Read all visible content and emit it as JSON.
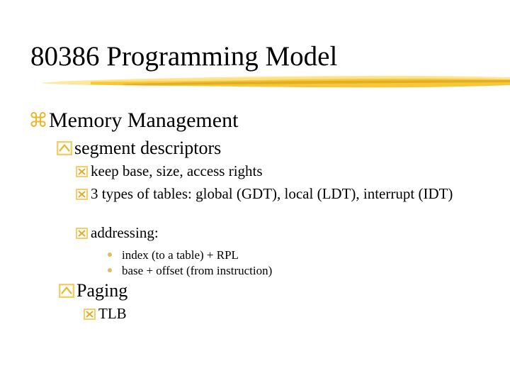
{
  "slide": {
    "title": "80386 Programming Model",
    "bullets": [
      {
        "level": 1,
        "icon": "command-symbol",
        "text": "Memory Management"
      },
      {
        "level": 2,
        "icon": "caret-box",
        "text": "segment descriptors"
      },
      {
        "level": 3,
        "icon": "x-box",
        "text": "keep base, size, access rights"
      },
      {
        "level": 3,
        "icon": "x-box",
        "text": "3 types of tables: global (GDT), local (LDT), interrupt (IDT)"
      },
      {
        "level": 3,
        "icon": "x-box",
        "text": "addressing:"
      },
      {
        "level": 4,
        "icon": "dot",
        "text": "index (to a table) + RPL"
      },
      {
        "level": 4,
        "icon": "dot",
        "text": "base + offset (from instruction)"
      },
      {
        "level": 2,
        "icon": "caret-box",
        "text": "Paging"
      },
      {
        "level": 3,
        "icon": "x-box",
        "text": "TLB"
      }
    ],
    "colors": {
      "background": "#FFFFFF",
      "text": "#000000",
      "bullet_gold": "#E8B92D",
      "bullet_gold_light": "#F3CF6A",
      "dot_gold": "#DDBE62",
      "brush_main": "#F6C838",
      "brush_light": "#FFE38E",
      "brush_dark": "#DFA722"
    }
  }
}
